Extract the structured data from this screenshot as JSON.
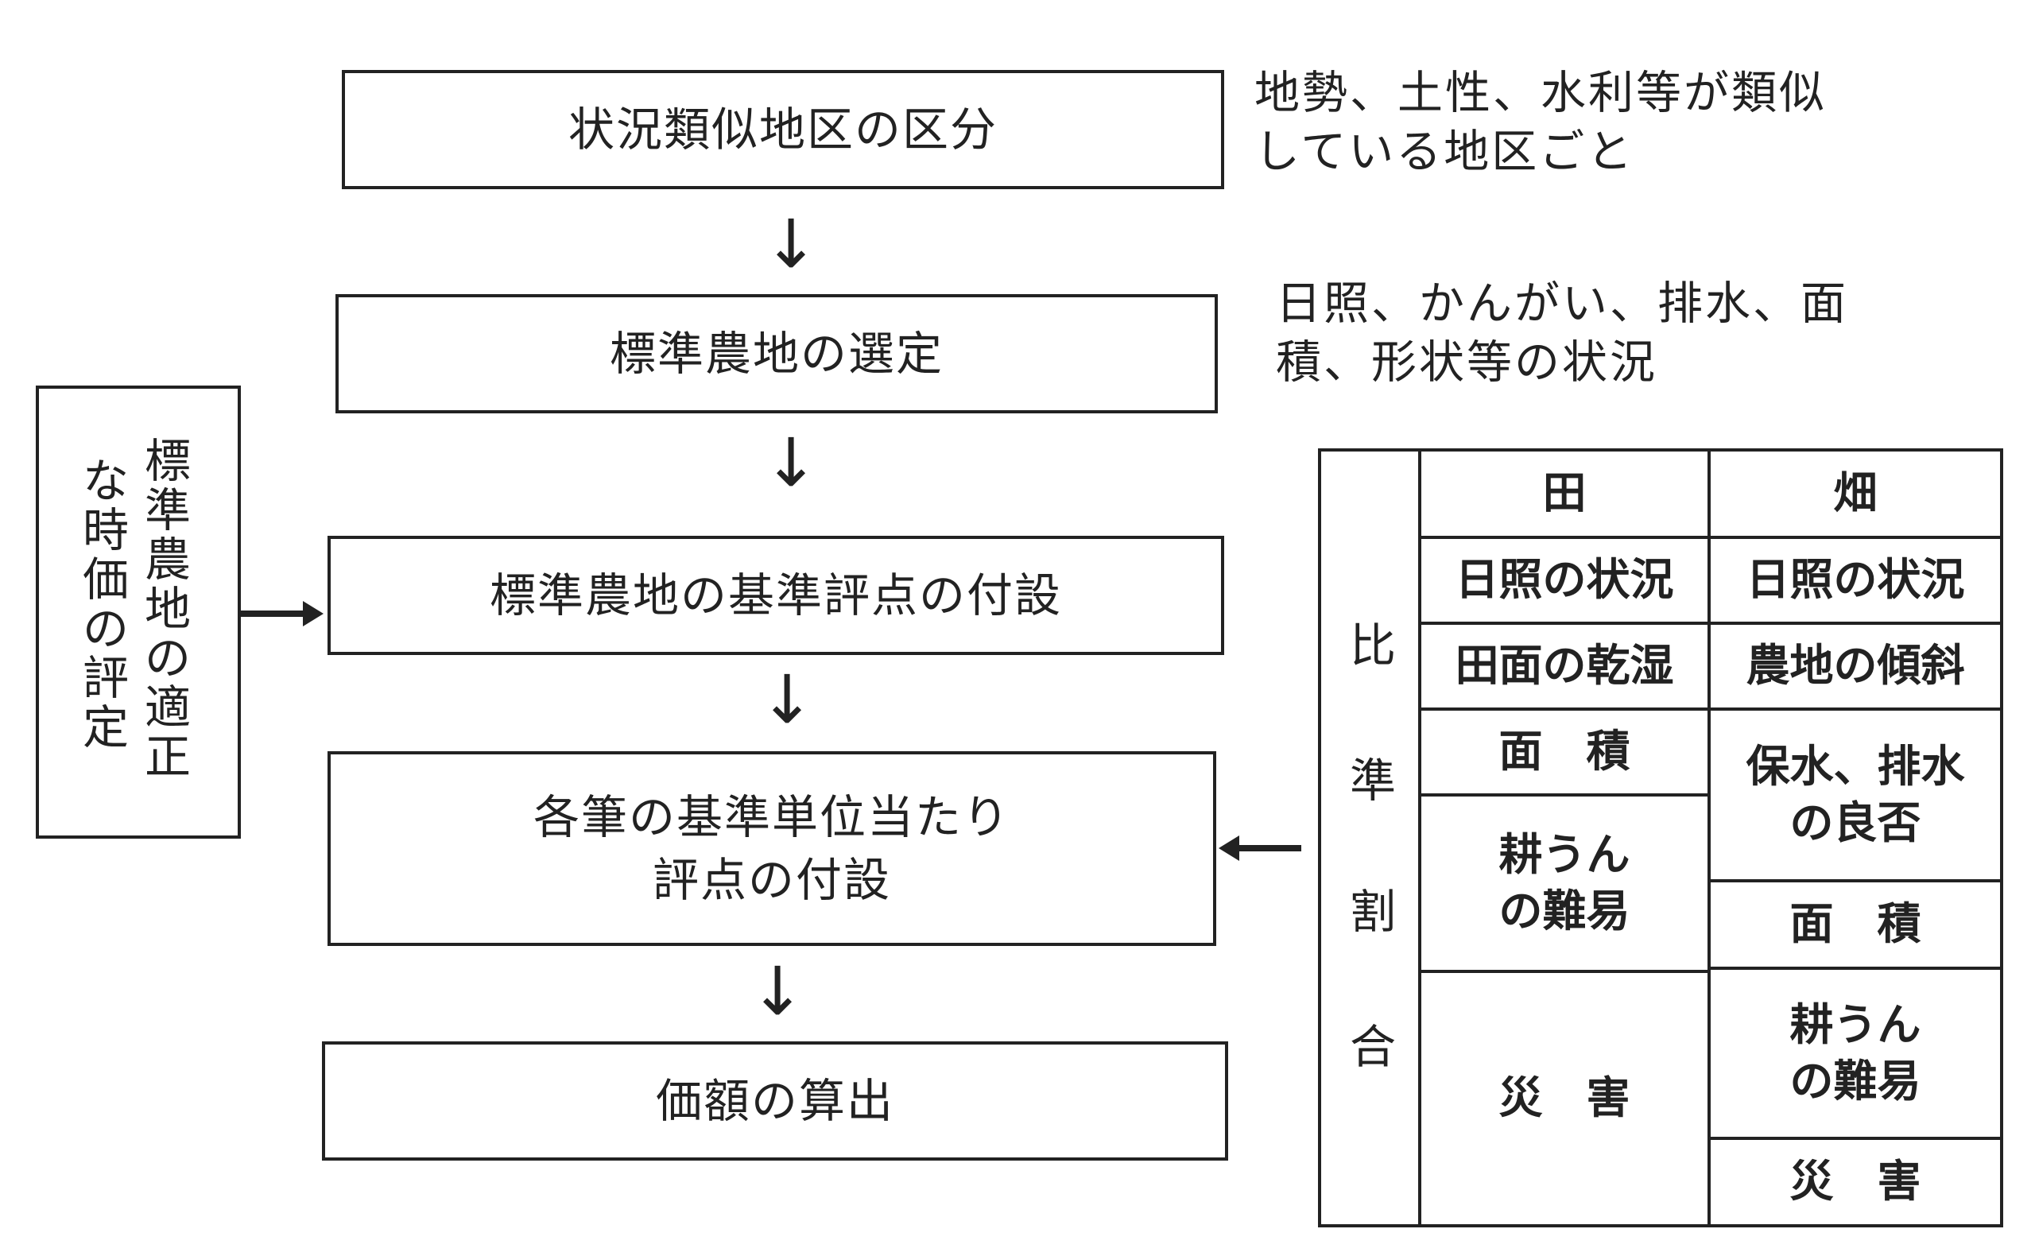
{
  "flow": {
    "step1": "状況類似地区の区分",
    "step2": "標準農地の選定",
    "step3": "標準農地の基準評点の付設",
    "step4_line1": "各筆の基準単位当たり",
    "step4_line2": "評点の付設",
    "step5": "価額の算出",
    "arrow": "↓"
  },
  "notes": {
    "note1": "地勢、土性、水利等が類似\nしている地区ごと",
    "note2": "日照、かんがい、排水、面\n積、形状等の状況"
  },
  "side_box": {
    "col1": "標準農地の適正",
    "col2": "な時価の評定"
  },
  "ratio_table": {
    "side_label": [
      "比",
      "準",
      "割",
      "合"
    ],
    "header_ta": "田",
    "header_hata": "畑",
    "ta_items": [
      "日照の状況",
      "田面の乾湿",
      "面　積",
      "耕うん\nの難易",
      "災　害"
    ],
    "hata_items": [
      "日照の状況",
      "農地の傾斜",
      "保水、排水\nの良否",
      "面　積",
      "耕うん\nの難易",
      "災　害"
    ]
  }
}
